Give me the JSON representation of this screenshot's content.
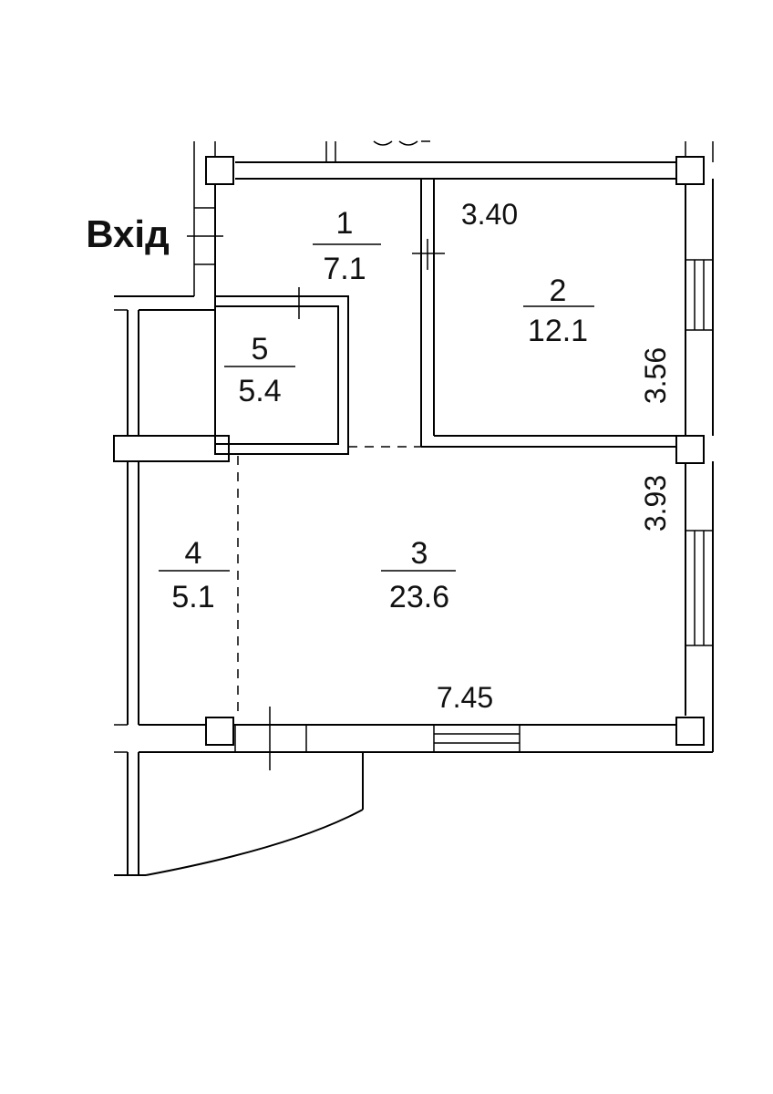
{
  "entry_label": "Вхід",
  "rooms": [
    {
      "number": "1",
      "area": "7.1"
    },
    {
      "number": "2",
      "area": "12.1"
    },
    {
      "number": "3",
      "area": "23.6"
    },
    {
      "number": "4",
      "area": "5.1"
    },
    {
      "number": "5",
      "area": "5.4"
    }
  ],
  "dimensions": {
    "room2_width": "3.40",
    "room2_depth": "3.56",
    "room3_depth": "3.93",
    "room3_width": "7.45"
  }
}
